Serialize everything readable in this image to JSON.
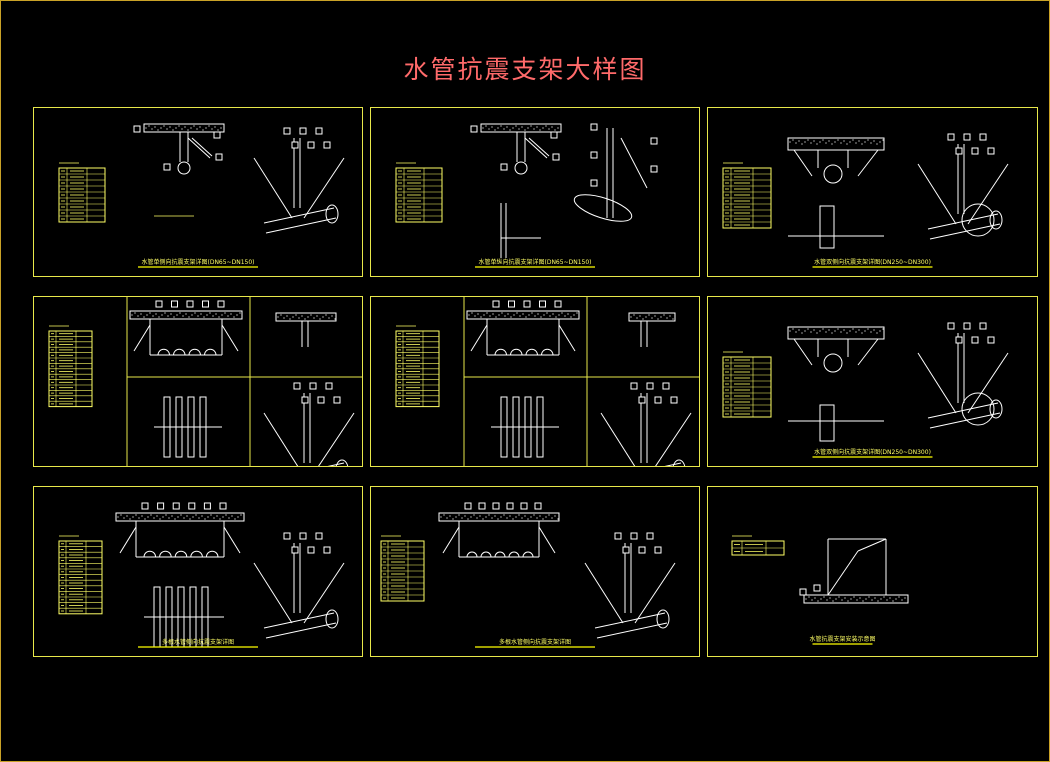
{
  "drawing": {
    "title": "水管抗震支架大样图"
  },
  "colors": {
    "background": "#000000",
    "frame": "#e8e84a",
    "title": "#ff6a6a",
    "linework": "#ffffff",
    "labels": "#ffff66",
    "caption_underline": "#ffff00"
  },
  "sheets": [
    {
      "id": "s1",
      "caption": "水管单侧向抗震支架详图(DN65~DN150)"
    },
    {
      "id": "s2",
      "caption": "水管单纵向抗震支架详图(DN65~DN150)"
    },
    {
      "id": "s3",
      "caption": "水管双侧向抗震支架详图(DN250~DN300)"
    },
    {
      "id": "s4",
      "caption": ""
    },
    {
      "id": "s5",
      "caption": ""
    },
    {
      "id": "s6",
      "caption": "水管双侧向抗震支架详图(DN250~DN300)"
    },
    {
      "id": "s7",
      "caption": "多根水管侧向抗震支架详图"
    },
    {
      "id": "s8",
      "caption": "多根水管侧向抗震支架详图"
    },
    {
      "id": "s9",
      "caption": "水管抗震支架安装示意图"
    }
  ]
}
